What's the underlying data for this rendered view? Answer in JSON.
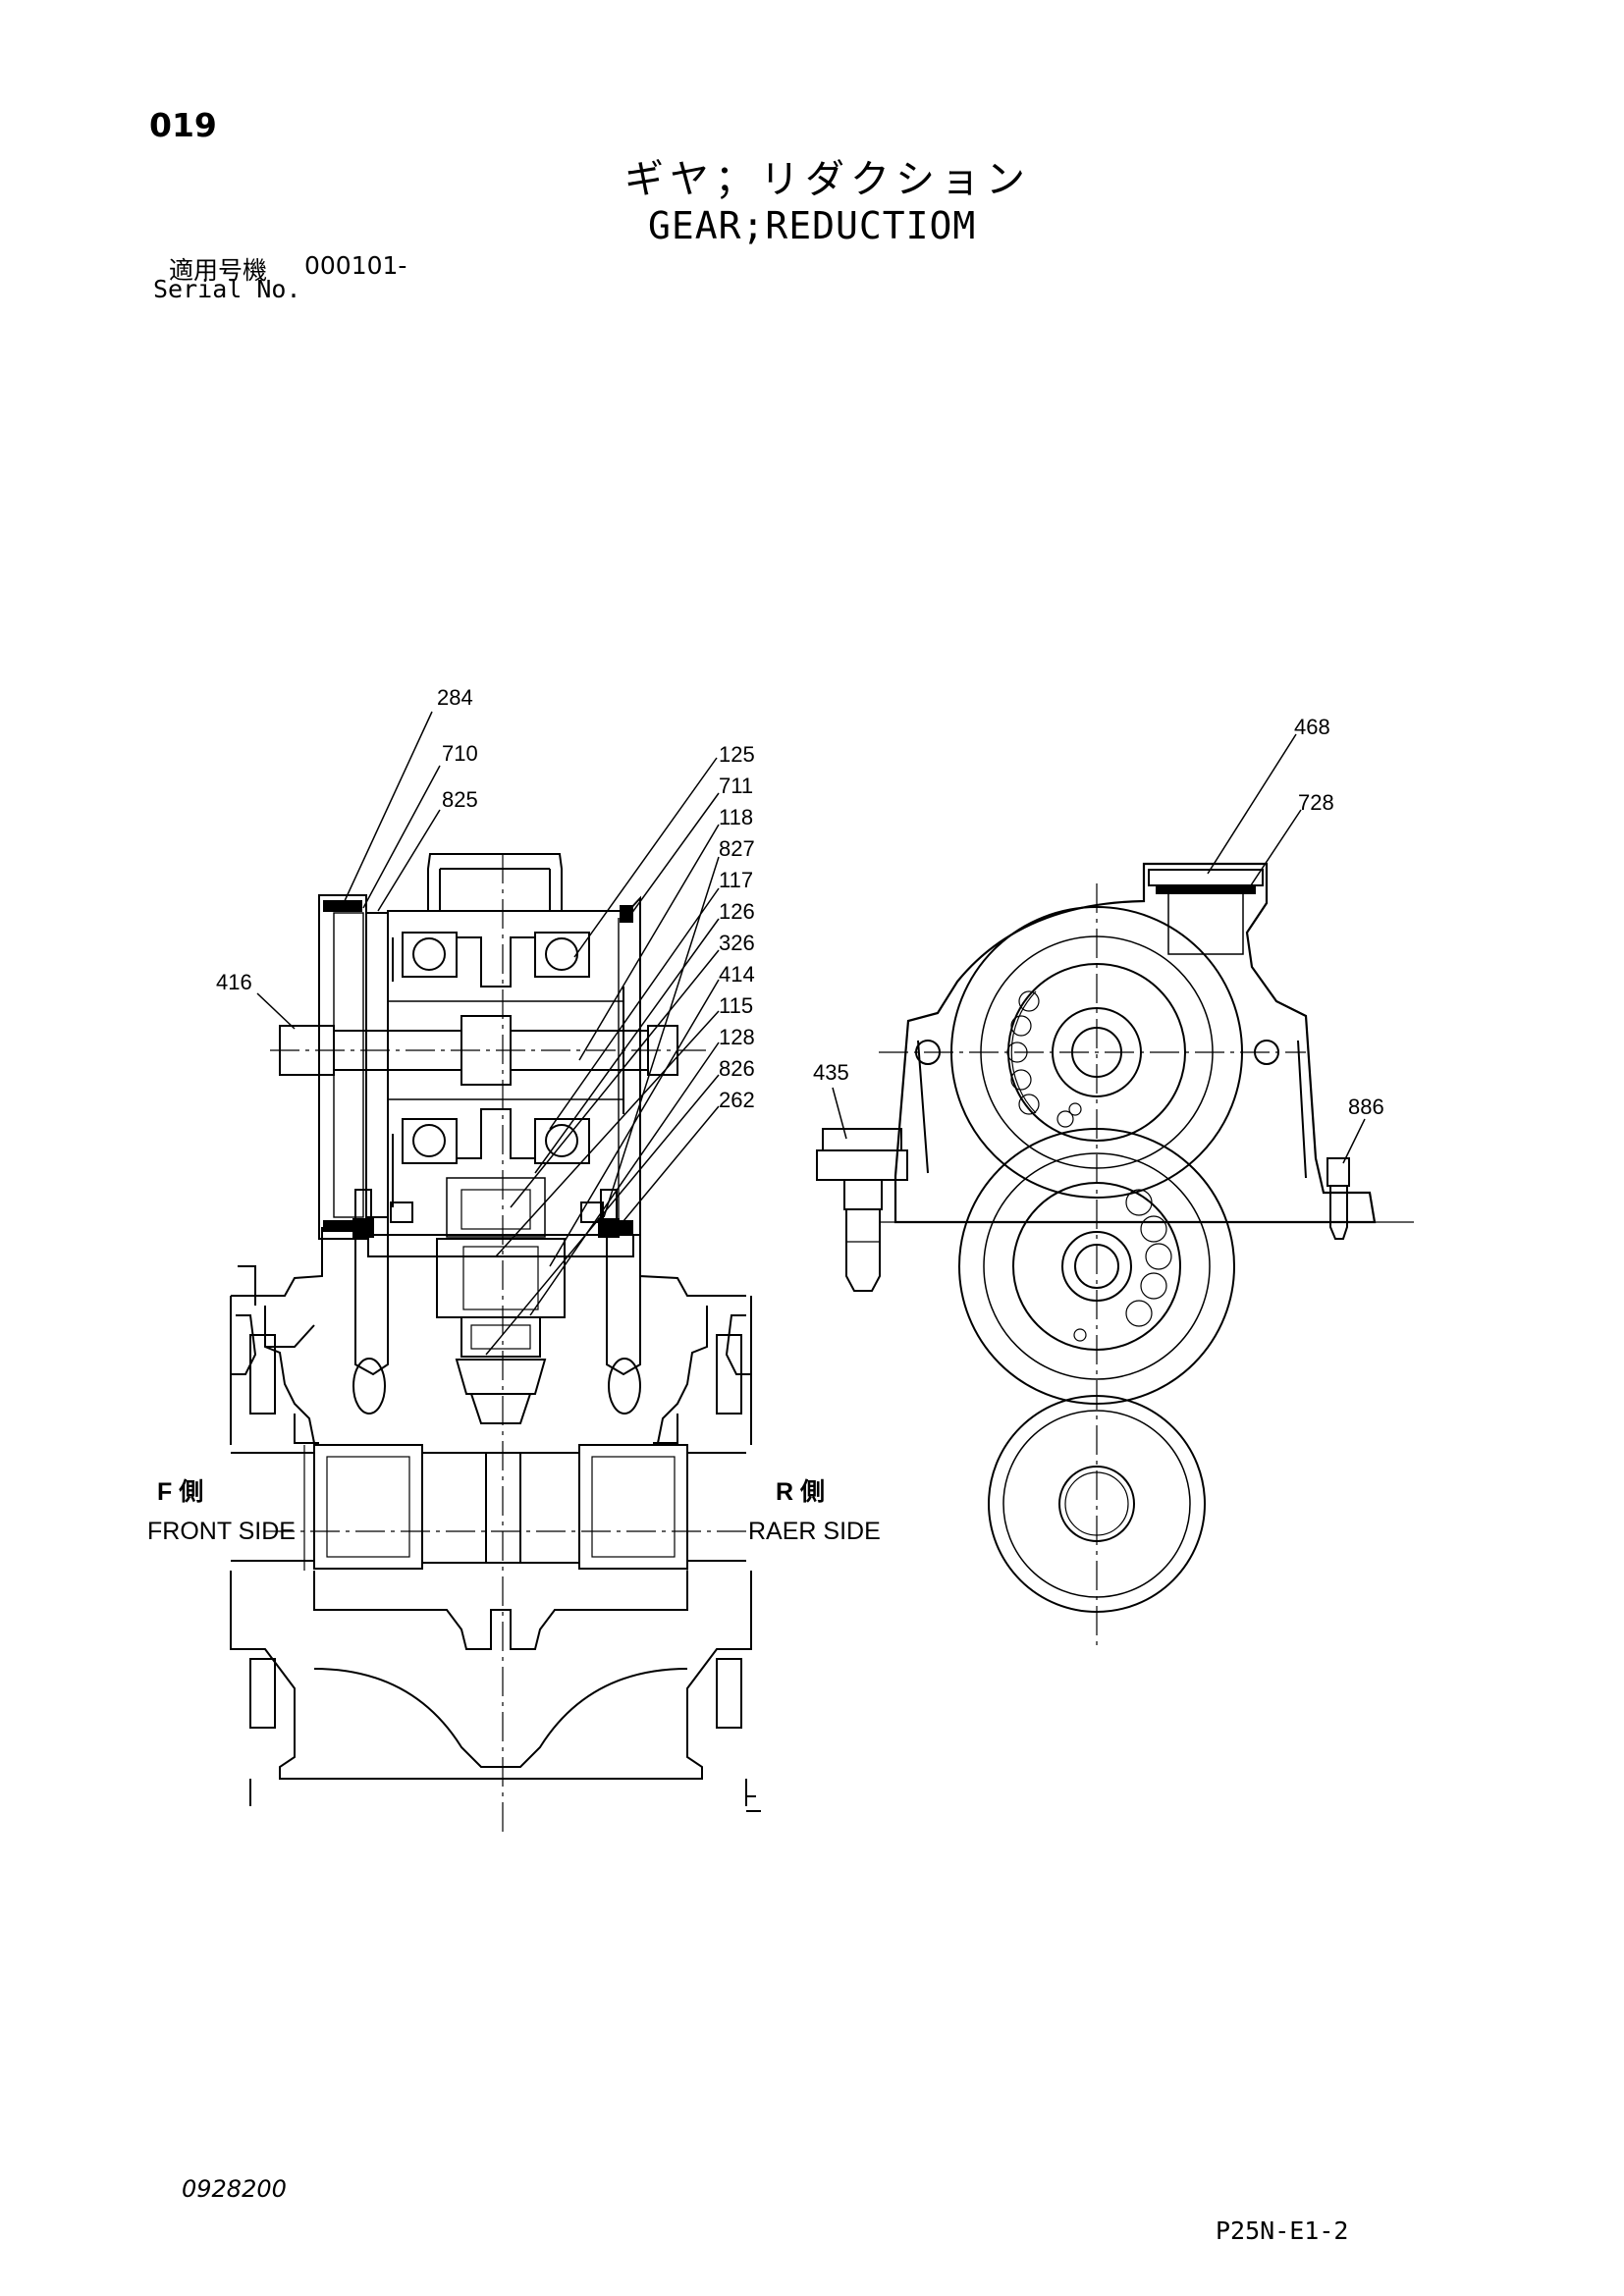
{
  "page_number": "019",
  "title_japanese": "ギヤ；リダクション",
  "title_english": "GEAR;REDUCTIOM",
  "serial": {
    "label_japanese": "適用号機",
    "value": "000101-",
    "label_english": "Serial No."
  },
  "callouts_left": [
    "284",
    "710",
    "825",
    "416",
    "125",
    "711",
    "118",
    "827",
    "117",
    "126",
    "326",
    "414",
    "115",
    "128",
    "826",
    "262"
  ],
  "callouts_right": [
    "468",
    "728",
    "435",
    "886"
  ],
  "front_side": {
    "marker": "F 側",
    "label": "FRONT SIDE"
  },
  "rear_side": {
    "marker": "R 側",
    "label": "RAER SIDE"
  },
  "footer": {
    "drawing_code": "0928200",
    "page_ref": "P25N-E1-2"
  }
}
